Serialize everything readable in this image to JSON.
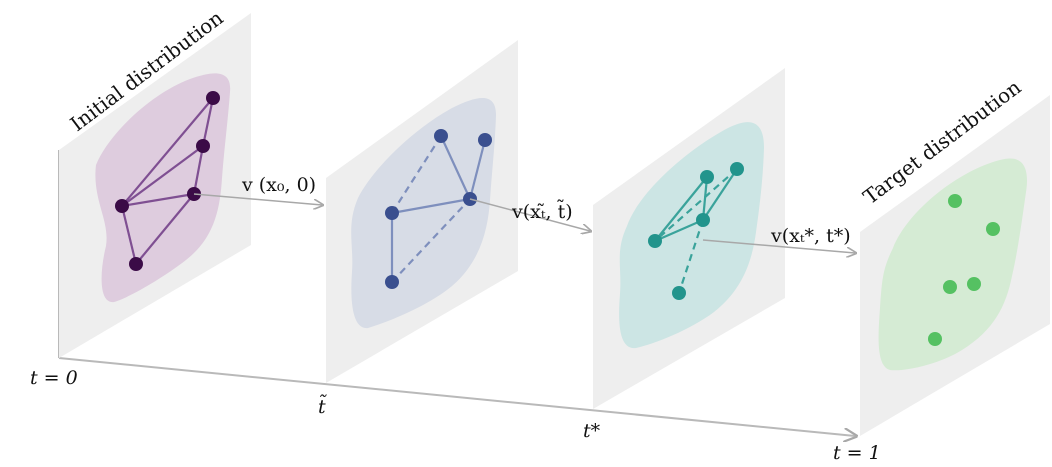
{
  "labels": {
    "initial": "Initial distribution",
    "target": "Target distribution",
    "t0": "t = 0",
    "t1": "t = 1",
    "ttilde": "t̃",
    "tstar": "t*",
    "v1": "v (x₀, 0)",
    "v2": "v(xₜ̃, t̃)",
    "v3": "v(xₜ*, t*)"
  },
  "colors": {
    "panel": "#eeeeee",
    "axis": "#b9b9b9",
    "arrow": "#a8a8a8",
    "initial": "#3b0b47",
    "initial_line": "#7f4f92",
    "initial_blob": "#dcc8dc",
    "stage2": "#3a4f8f",
    "stage2_line": "#7e8fbd",
    "stage2_blob": "#d5dae5",
    "stage3": "#22948c",
    "stage3_line": "#3aa39b",
    "stage3_blob": "#c9e4e3",
    "target": "#55c162",
    "target_blob": "#d3ead2"
  },
  "icons": {
    "node": "circle",
    "arrow": "arrowhead"
  }
}
